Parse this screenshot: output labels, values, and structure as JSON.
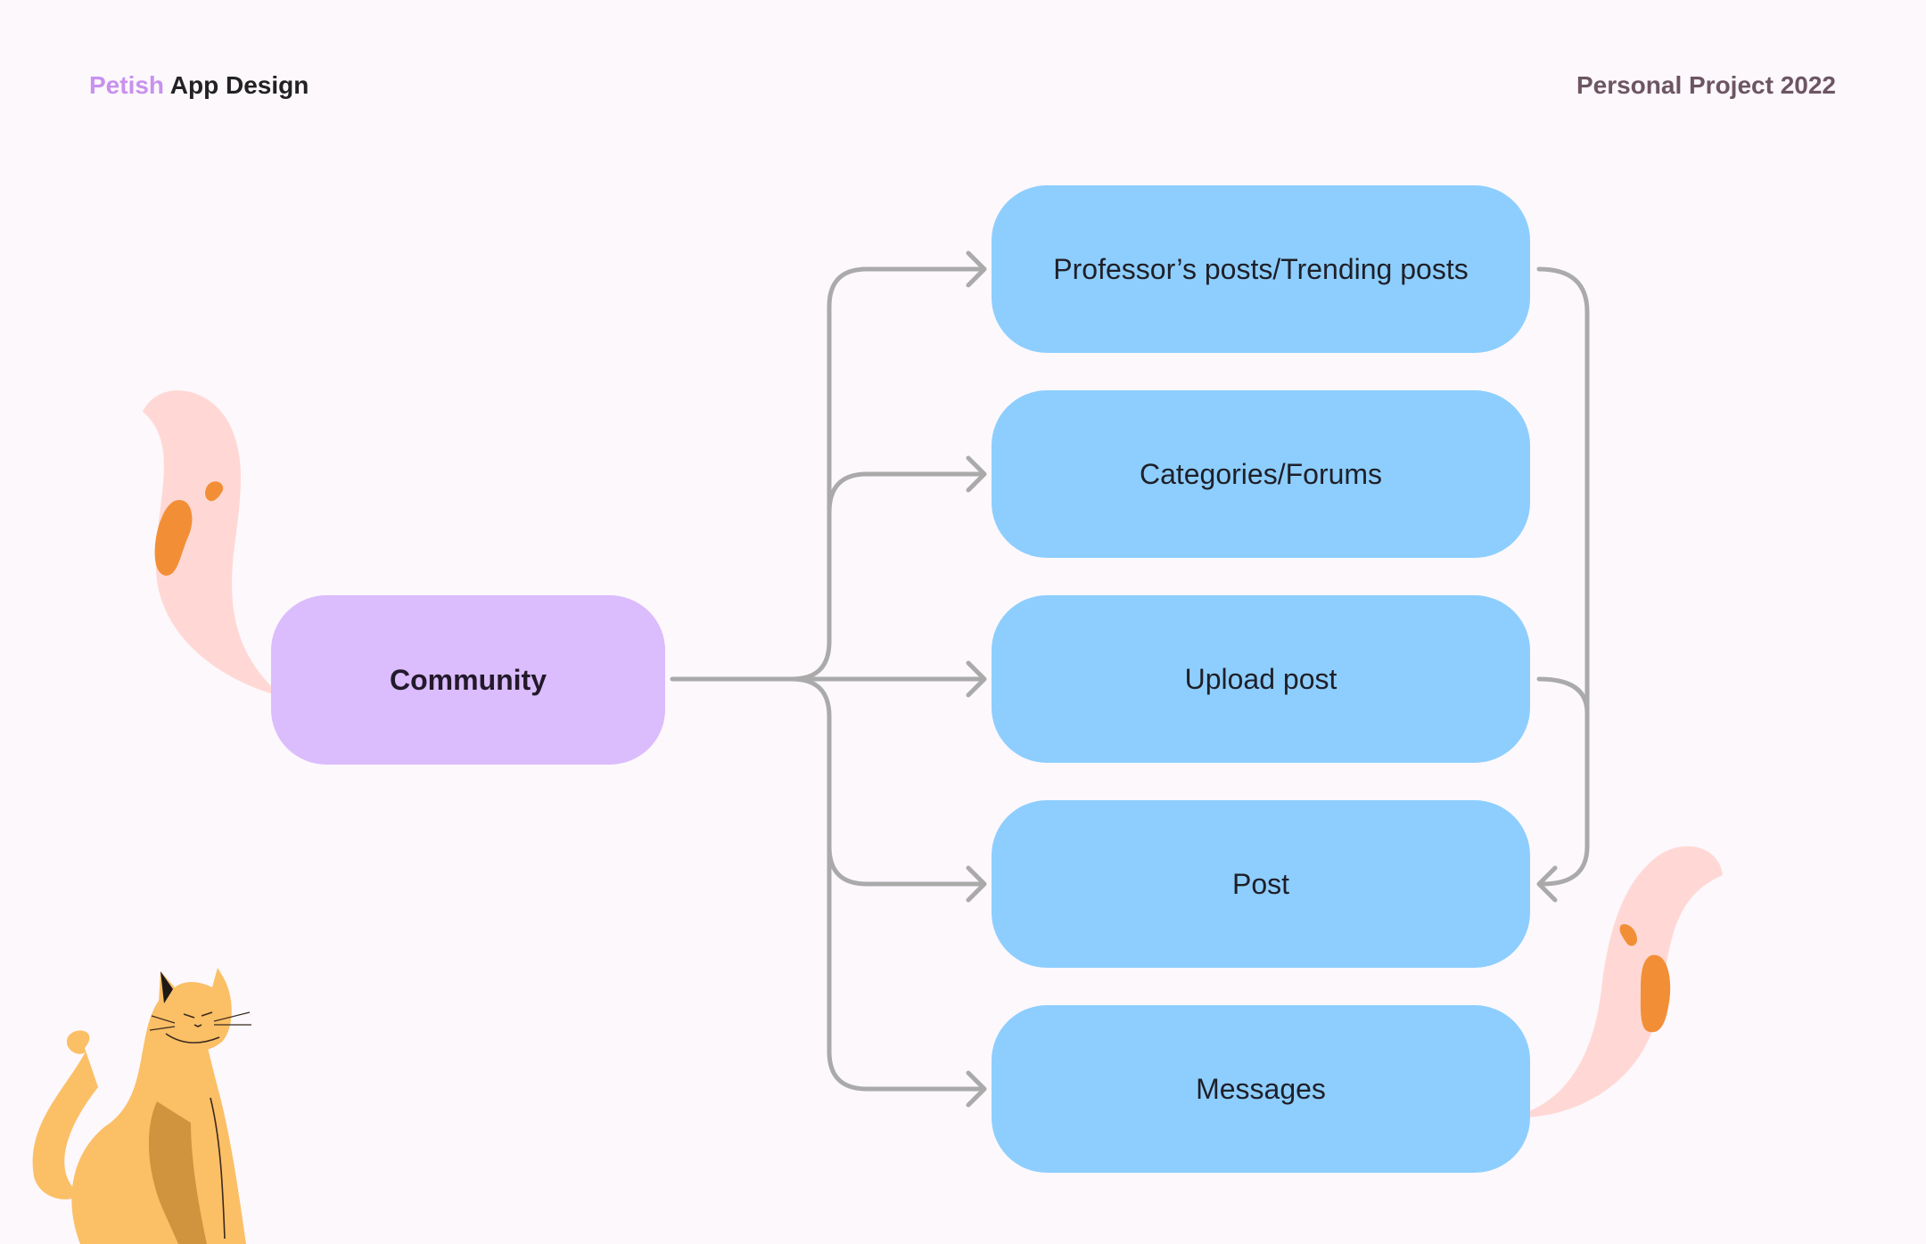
{
  "header": {
    "brand": "Petish",
    "title": "App Design",
    "project": "Personal Project 2022"
  },
  "diagram": {
    "root": "Community",
    "children": [
      "Professor’s posts/Trending posts",
      "Categories/Forums",
      "Upload post",
      "Post",
      "Messages"
    ]
  },
  "colors": {
    "background": "#fcf8fc",
    "root_fill": "#dbbcfc",
    "child_fill": "#8dcefe",
    "connector": "#aaaaaa",
    "brand_accent": "#c891ee",
    "cat_body": "#fbbf66",
    "cat_tail": "#ffd8d5",
    "cat_spot": "#f28f36"
  },
  "icons": [
    "cat-illustration",
    "cat-tail-left",
    "cat-tail-right"
  ]
}
